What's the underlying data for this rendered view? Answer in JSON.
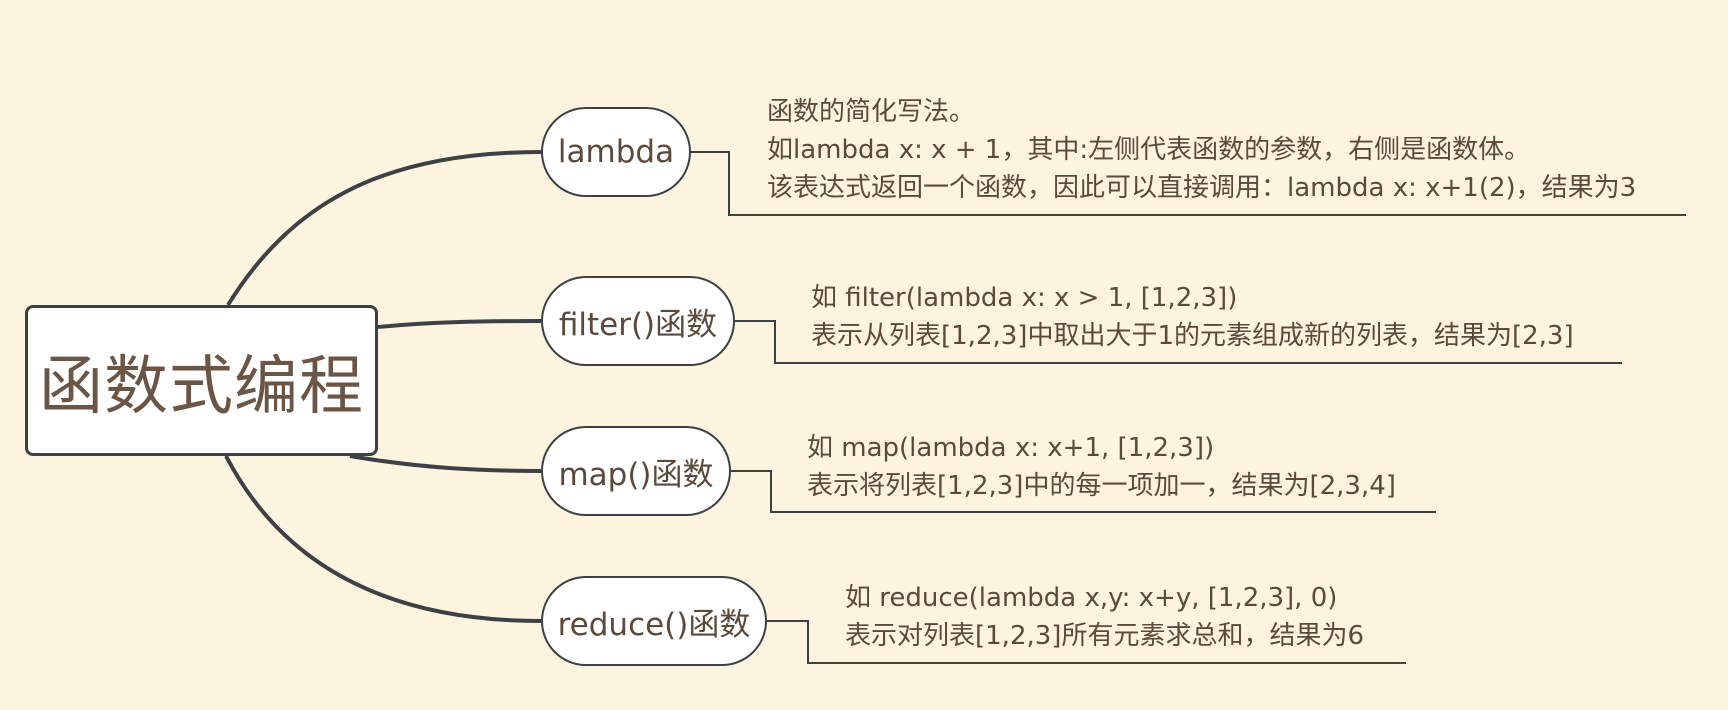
{
  "root": {
    "label": "函数式编程"
  },
  "branches": [
    {
      "label": "lambda",
      "lines": [
        "函数的简化写法。",
        "如lambda x: x + 1，其中:左侧代表函数的参数，右侧是函数体。",
        "该表达式返回一个函数，因此可以直接调用：lambda x: x+1(2)，结果为3"
      ]
    },
    {
      "label": "filter()函数",
      "lines": [
        "如 filter(lambda x: x > 1, [1,2,3])",
        "表示从列表[1,2,3]中取出大于1的元素组成新的列表，结果为[2,3]"
      ]
    },
    {
      "label": "map()函数",
      "lines": [
        "如 map(lambda x: x+1, [1,2,3])",
        "表示将列表[1,2,3]中的每一项加一，结果为[2,3,4]"
      ]
    },
    {
      "label": "reduce()函数",
      "lines": [
        "如 reduce(lambda x,y: x+y, [1,2,3], 0)",
        "表示对列表[1,2,3]所有元素求总和，结果为6"
      ]
    }
  ],
  "colors": {
    "background": "#fcf4de",
    "line": "#3d4045",
    "text": "#5b4a3c",
    "node_fill": "#ffffff"
  }
}
